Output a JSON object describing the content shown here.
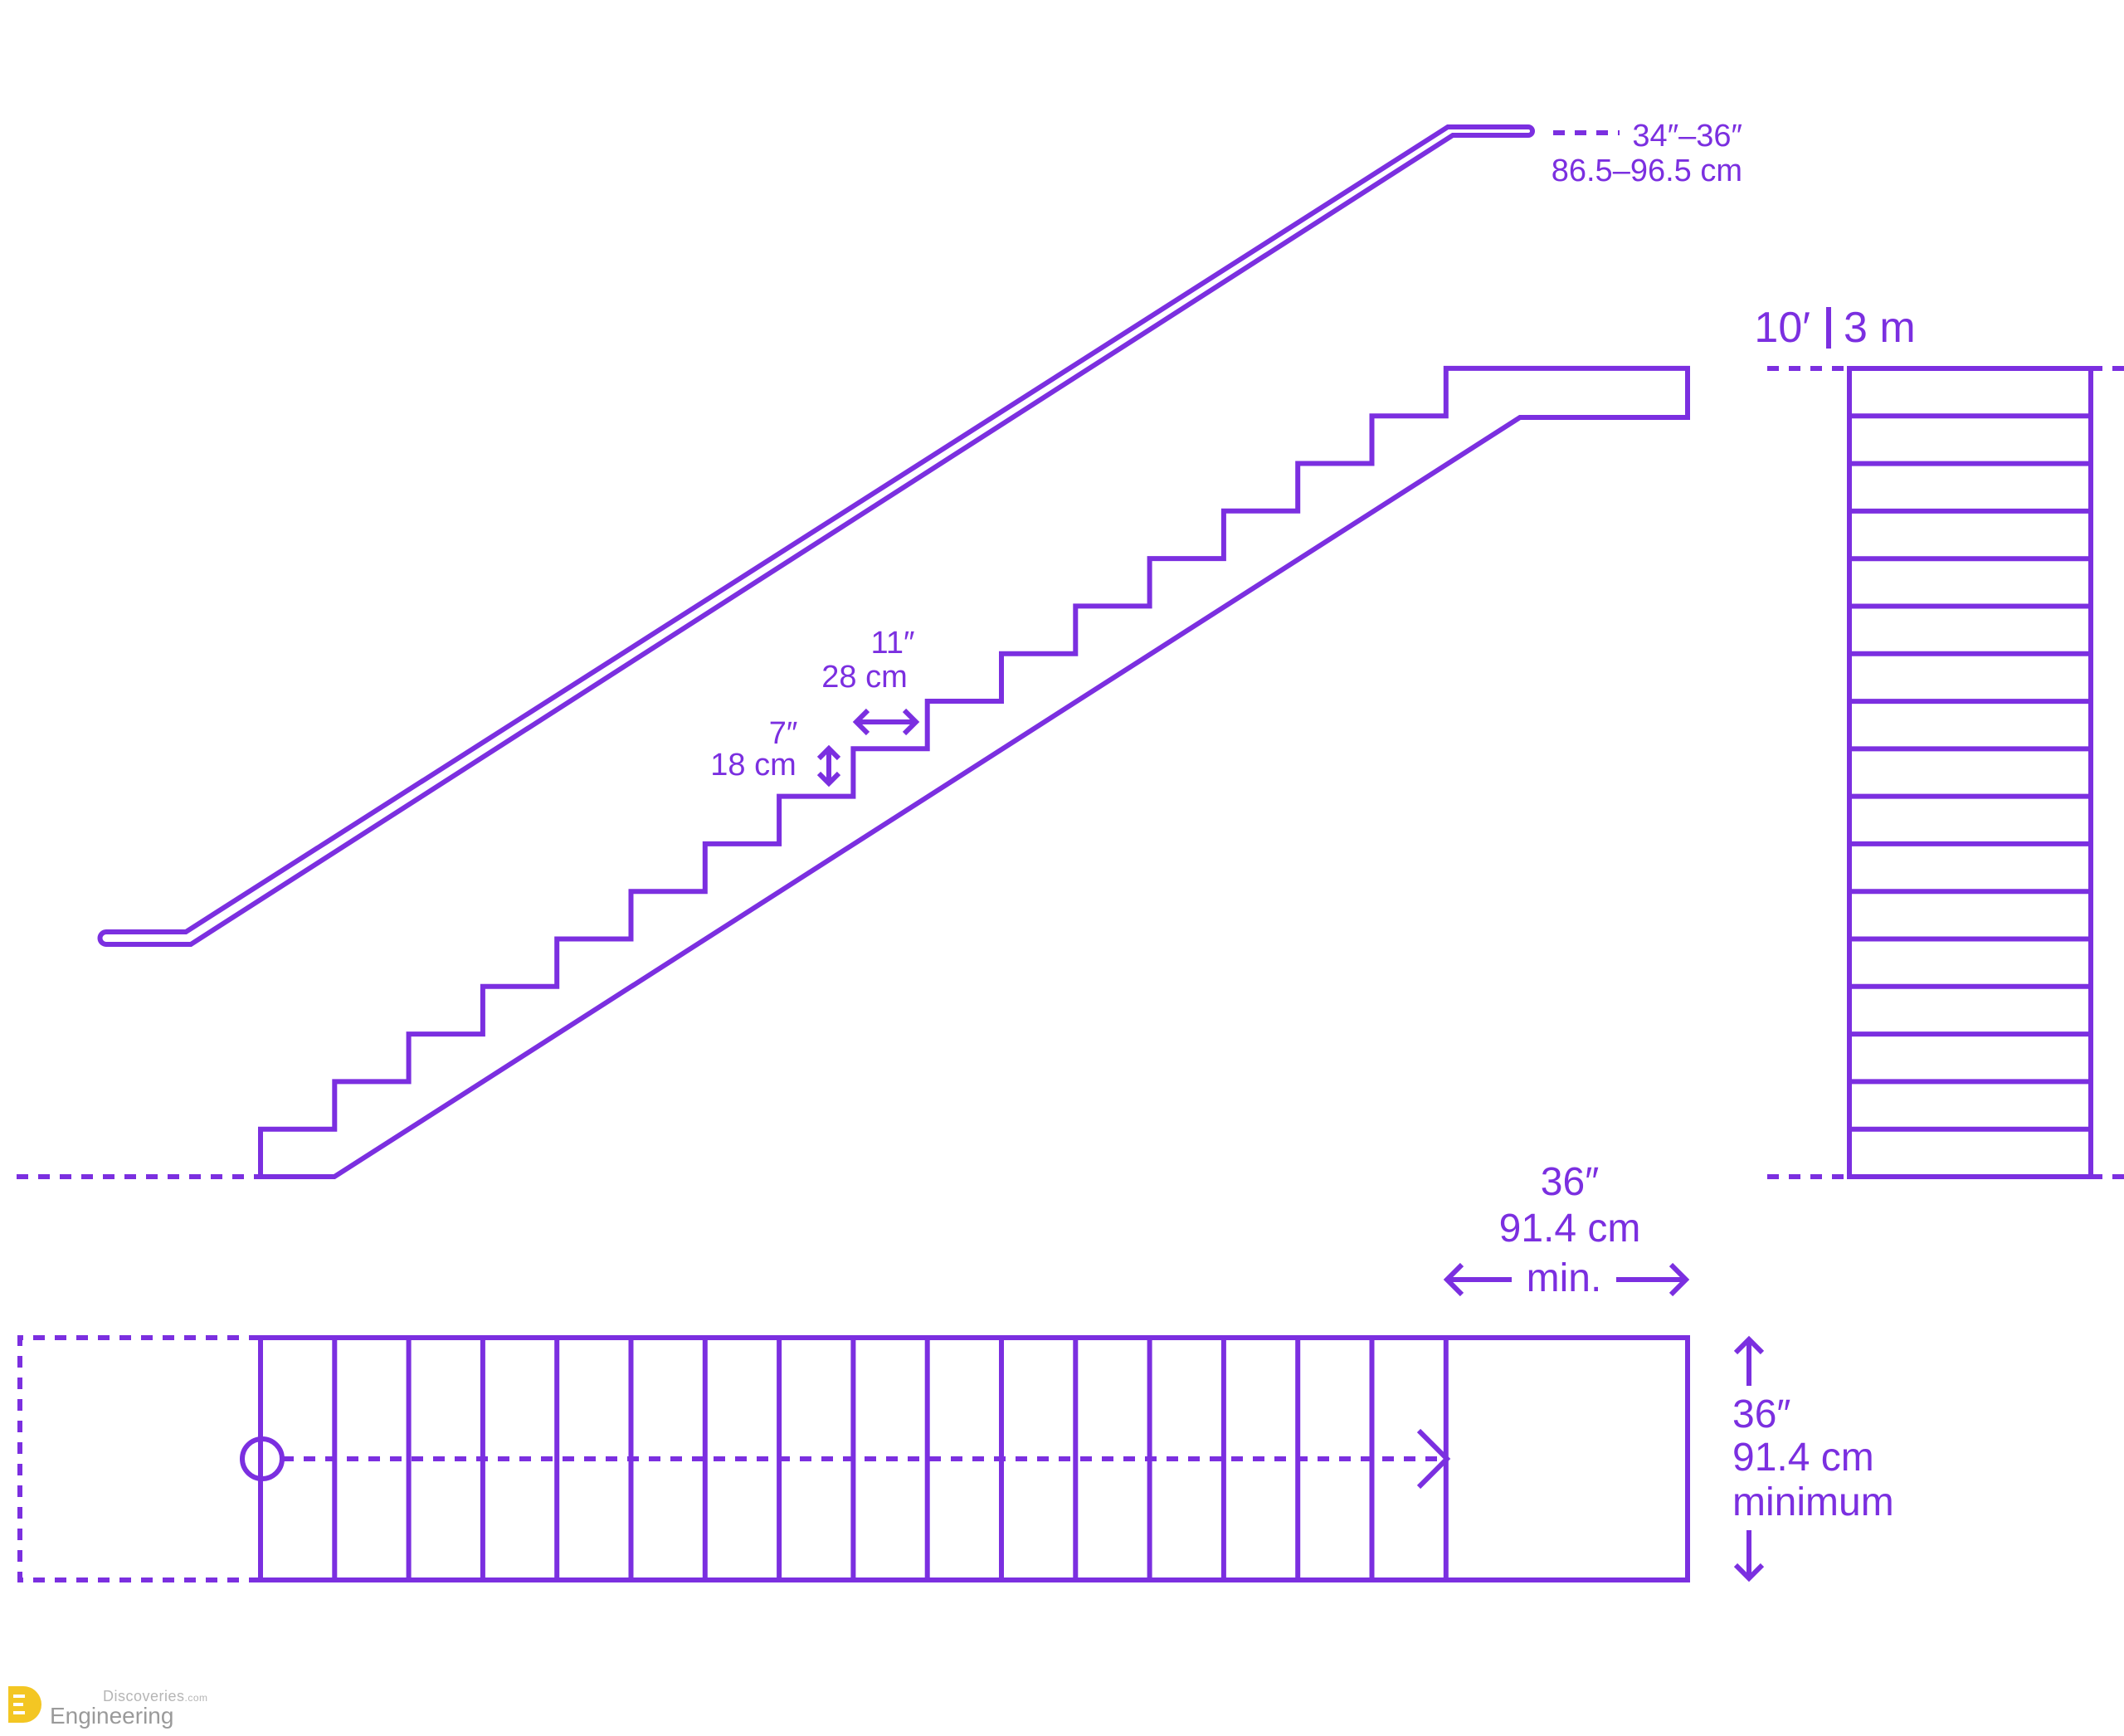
{
  "colors": {
    "accent": "#7b2fe0",
    "logo_yellow": "#f3c623",
    "logo_gray": "#a0a0a0"
  },
  "labels": {
    "handrail_height_in": "34″–36″",
    "handrail_height_cm": "86.5–96.5 cm",
    "tread_in": "11″",
    "tread_cm": "28 cm",
    "riser_in": "7″",
    "riser_cm": "18 cm",
    "total_height_ft": "10′",
    "total_height_m": "3 m",
    "landing_in": "36″",
    "landing_cm": "91.4 cm",
    "landing_min": "min.",
    "width_in": "36″",
    "width_cm": "91.4 cm",
    "width_min": "minimum"
  },
  "stairs": {
    "risers": 17,
    "plan_treads": 16
  },
  "icons": {
    "arrow": "double-arrow-icon",
    "direction": "walk-direction-icon",
    "logo": "engineering-discoveries-logo-icon"
  },
  "logo": {
    "top_text": "Discoveries",
    "top_suffix": ".com",
    "bottom_text": "Engineering"
  }
}
